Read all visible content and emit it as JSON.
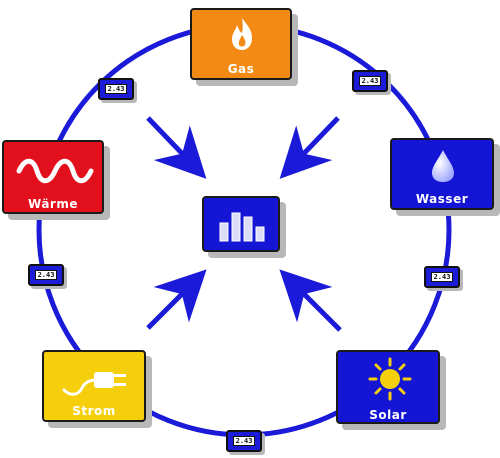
{
  "nodes": {
    "gas": {
      "label": "Gas",
      "color": "#f28a13"
    },
    "wasser": {
      "label": "Wasser",
      "color": "#1515d6"
    },
    "solar": {
      "label": "Solar",
      "color": "#1515d6"
    },
    "strom": {
      "label": "Strom",
      "color": "#f5cf0c"
    },
    "waerme": {
      "label": "Wärme",
      "color": "#e2101c"
    },
    "center": {
      "label": "",
      "color": "#1515d6"
    }
  },
  "meters": {
    "gas_wasser": "2.43",
    "wasser_solar": "2.43",
    "solar_strom": "2.43",
    "strom_waerme": "2.43",
    "waerme_gas": "2.43"
  },
  "colors": {
    "ring": "#1a1ad8",
    "arrow": "#1a1ad8"
  }
}
